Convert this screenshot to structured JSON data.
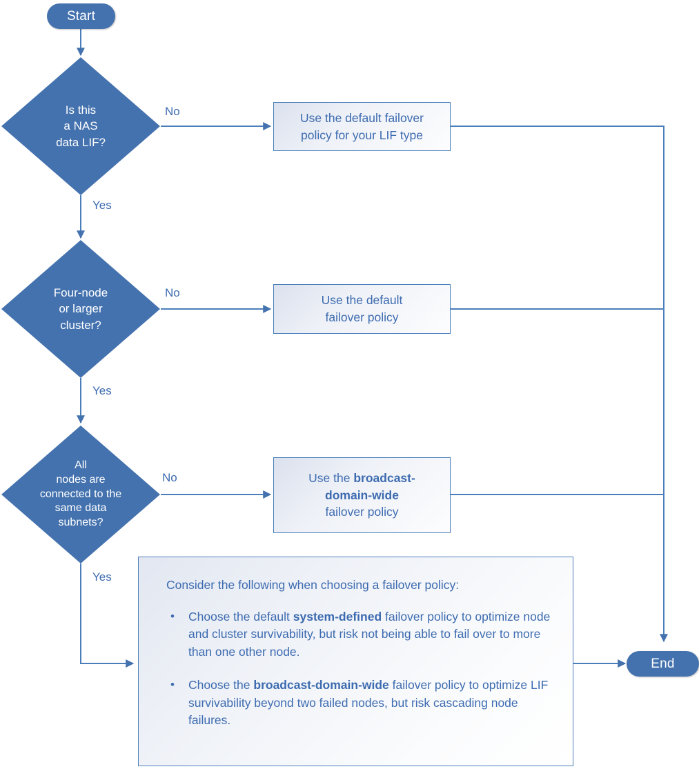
{
  "diagram": {
    "title": "LIF failover policy decision flowchart",
    "colors": {
      "node_fill": "#4472ae",
      "node_text": "#ffffff",
      "line": "#4a7ebb",
      "box_text": "#3d6bb0",
      "box_border": "#4a7ebb",
      "background": "#ffffff"
    }
  },
  "nodes": {
    "start": {
      "label": "Start"
    },
    "end": {
      "label": "End"
    },
    "decision1": {
      "line1": "Is this",
      "line2": "a NAS",
      "line3": "data LIF?"
    },
    "decision2": {
      "line1": "Four-node",
      "line2": "or larger",
      "line3": "cluster?"
    },
    "decision3": {
      "line1": "All",
      "line2": "nodes are",
      "line3": "connected to the",
      "line4": "same data",
      "line5": "subnets?"
    },
    "process1": {
      "line1": "Use the default failover",
      "line2": "policy for your LIF type"
    },
    "process2": {
      "line1": "Use the default",
      "line2": "failover policy"
    },
    "process3": {
      "pre": "Use the ",
      "bold1": "broadcast-",
      "bold2": "domain-wide",
      "post": "failover policy"
    }
  },
  "note": {
    "lead": "Consider the following when choosing a failover policy:",
    "bullets": [
      {
        "part1": "Choose the default ",
        "bold": "system-defined",
        "part2": " failover policy to optimize node and cluster survivability, but risk not being able to fail over to more than one other node."
      },
      {
        "part1": "Choose the ",
        "bold": "broadcast-domain-wide",
        "part2": " failover policy to optimize LIF survivability beyond two failed nodes, but risk cascading node failures."
      }
    ]
  },
  "edges": {
    "d1_no": "No",
    "d1_yes": "Yes",
    "d2_no": "No",
    "d2_yes": "Yes",
    "d3_no": "No",
    "d3_yes": "Yes"
  }
}
